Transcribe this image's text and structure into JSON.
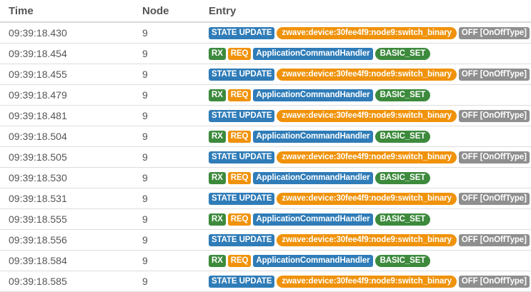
{
  "header": {
    "time": "Time",
    "node": "Node",
    "entry": "Entry"
  },
  "colors": {
    "state_update": "#2f7cb8",
    "device": "#f0920a",
    "rx": "#3d8a3d",
    "req": "#f0920a",
    "handler": "#2f7cb8",
    "basic_set": "#3d8a3d",
    "value": "#8f8f8f"
  },
  "rows": [
    {
      "time": "09:39:18.430",
      "node": "9",
      "kind": "state",
      "tags": {
        "type": "STATE UPDATE",
        "device": "zwave:device:30fee4f9:node9:switch_binary",
        "value": "OFF [OnOffType]"
      }
    },
    {
      "time": "09:39:18.454",
      "node": "9",
      "kind": "rx",
      "tags": {
        "dir": "RX",
        "req": "REQ",
        "handler": "ApplicationCommandHandler",
        "cmd": "BASIC_SET"
      }
    },
    {
      "time": "09:39:18.455",
      "node": "9",
      "kind": "state",
      "tags": {
        "type": "STATE UPDATE",
        "device": "zwave:device:30fee4f9:node9:switch_binary",
        "value": "OFF [OnOffType]"
      }
    },
    {
      "time": "09:39:18.479",
      "node": "9",
      "kind": "rx",
      "tags": {
        "dir": "RX",
        "req": "REQ",
        "handler": "ApplicationCommandHandler",
        "cmd": "BASIC_SET"
      }
    },
    {
      "time": "09:39:18.481",
      "node": "9",
      "kind": "state",
      "tags": {
        "type": "STATE UPDATE",
        "device": "zwave:device:30fee4f9:node9:switch_binary",
        "value": "OFF [OnOffType]"
      }
    },
    {
      "time": "09:39:18.504",
      "node": "9",
      "kind": "rx",
      "tags": {
        "dir": "RX",
        "req": "REQ",
        "handler": "ApplicationCommandHandler",
        "cmd": "BASIC_SET"
      }
    },
    {
      "time": "09:39:18.505",
      "node": "9",
      "kind": "state",
      "tags": {
        "type": "STATE UPDATE",
        "device": "zwave:device:30fee4f9:node9:switch_binary",
        "value": "OFF [OnOffType]"
      }
    },
    {
      "time": "09:39:18.530",
      "node": "9",
      "kind": "rx",
      "tags": {
        "dir": "RX",
        "req": "REQ",
        "handler": "ApplicationCommandHandler",
        "cmd": "BASIC_SET"
      }
    },
    {
      "time": "09:39:18.531",
      "node": "9",
      "kind": "state",
      "tags": {
        "type": "STATE UPDATE",
        "device": "zwave:device:30fee4f9:node9:switch_binary",
        "value": "OFF [OnOffType]"
      }
    },
    {
      "time": "09:39:18.555",
      "node": "9",
      "kind": "rx",
      "tags": {
        "dir": "RX",
        "req": "REQ",
        "handler": "ApplicationCommandHandler",
        "cmd": "BASIC_SET"
      }
    },
    {
      "time": "09:39:18.556",
      "node": "9",
      "kind": "state",
      "tags": {
        "type": "STATE UPDATE",
        "device": "zwave:device:30fee4f9:node9:switch_binary",
        "value": "OFF [OnOffType]"
      }
    },
    {
      "time": "09:39:18.584",
      "node": "9",
      "kind": "rx",
      "tags": {
        "dir": "RX",
        "req": "REQ",
        "handler": "ApplicationCommandHandler",
        "cmd": "BASIC_SET"
      }
    },
    {
      "time": "09:39:18.585",
      "node": "9",
      "kind": "state",
      "tags": {
        "type": "STATE UPDATE",
        "device": "zwave:device:30fee4f9:node9:switch_binary",
        "value": "OFF [OnOffType]"
      }
    }
  ]
}
